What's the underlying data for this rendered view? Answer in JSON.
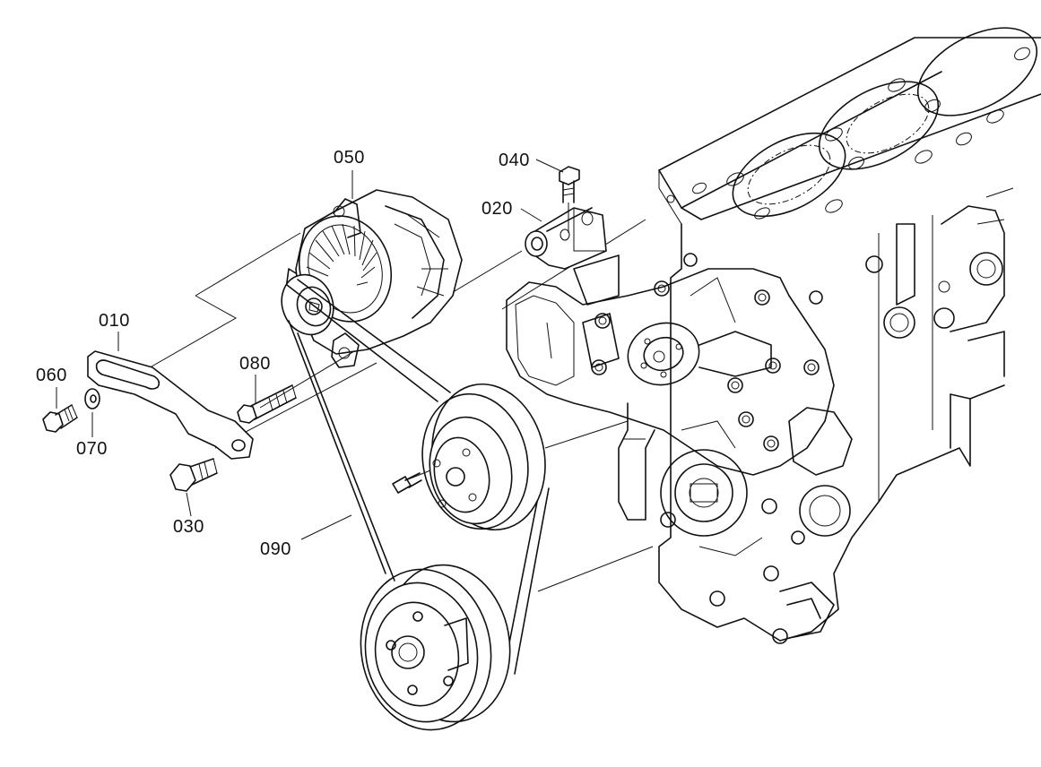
{
  "parts": [
    {
      "id": "p010",
      "label": "010"
    },
    {
      "id": "p020",
      "label": "020"
    },
    {
      "id": "p030",
      "label": "030"
    },
    {
      "id": "p040",
      "label": "040"
    },
    {
      "id": "p050",
      "label": "050"
    },
    {
      "id": "p060",
      "label": "060"
    },
    {
      "id": "p070",
      "label": "070"
    },
    {
      "id": "p080",
      "label": "080"
    },
    {
      "id": "p090",
      "label": "090"
    }
  ],
  "colors": {
    "line": "#111111",
    "background": "#ffffff"
  }
}
